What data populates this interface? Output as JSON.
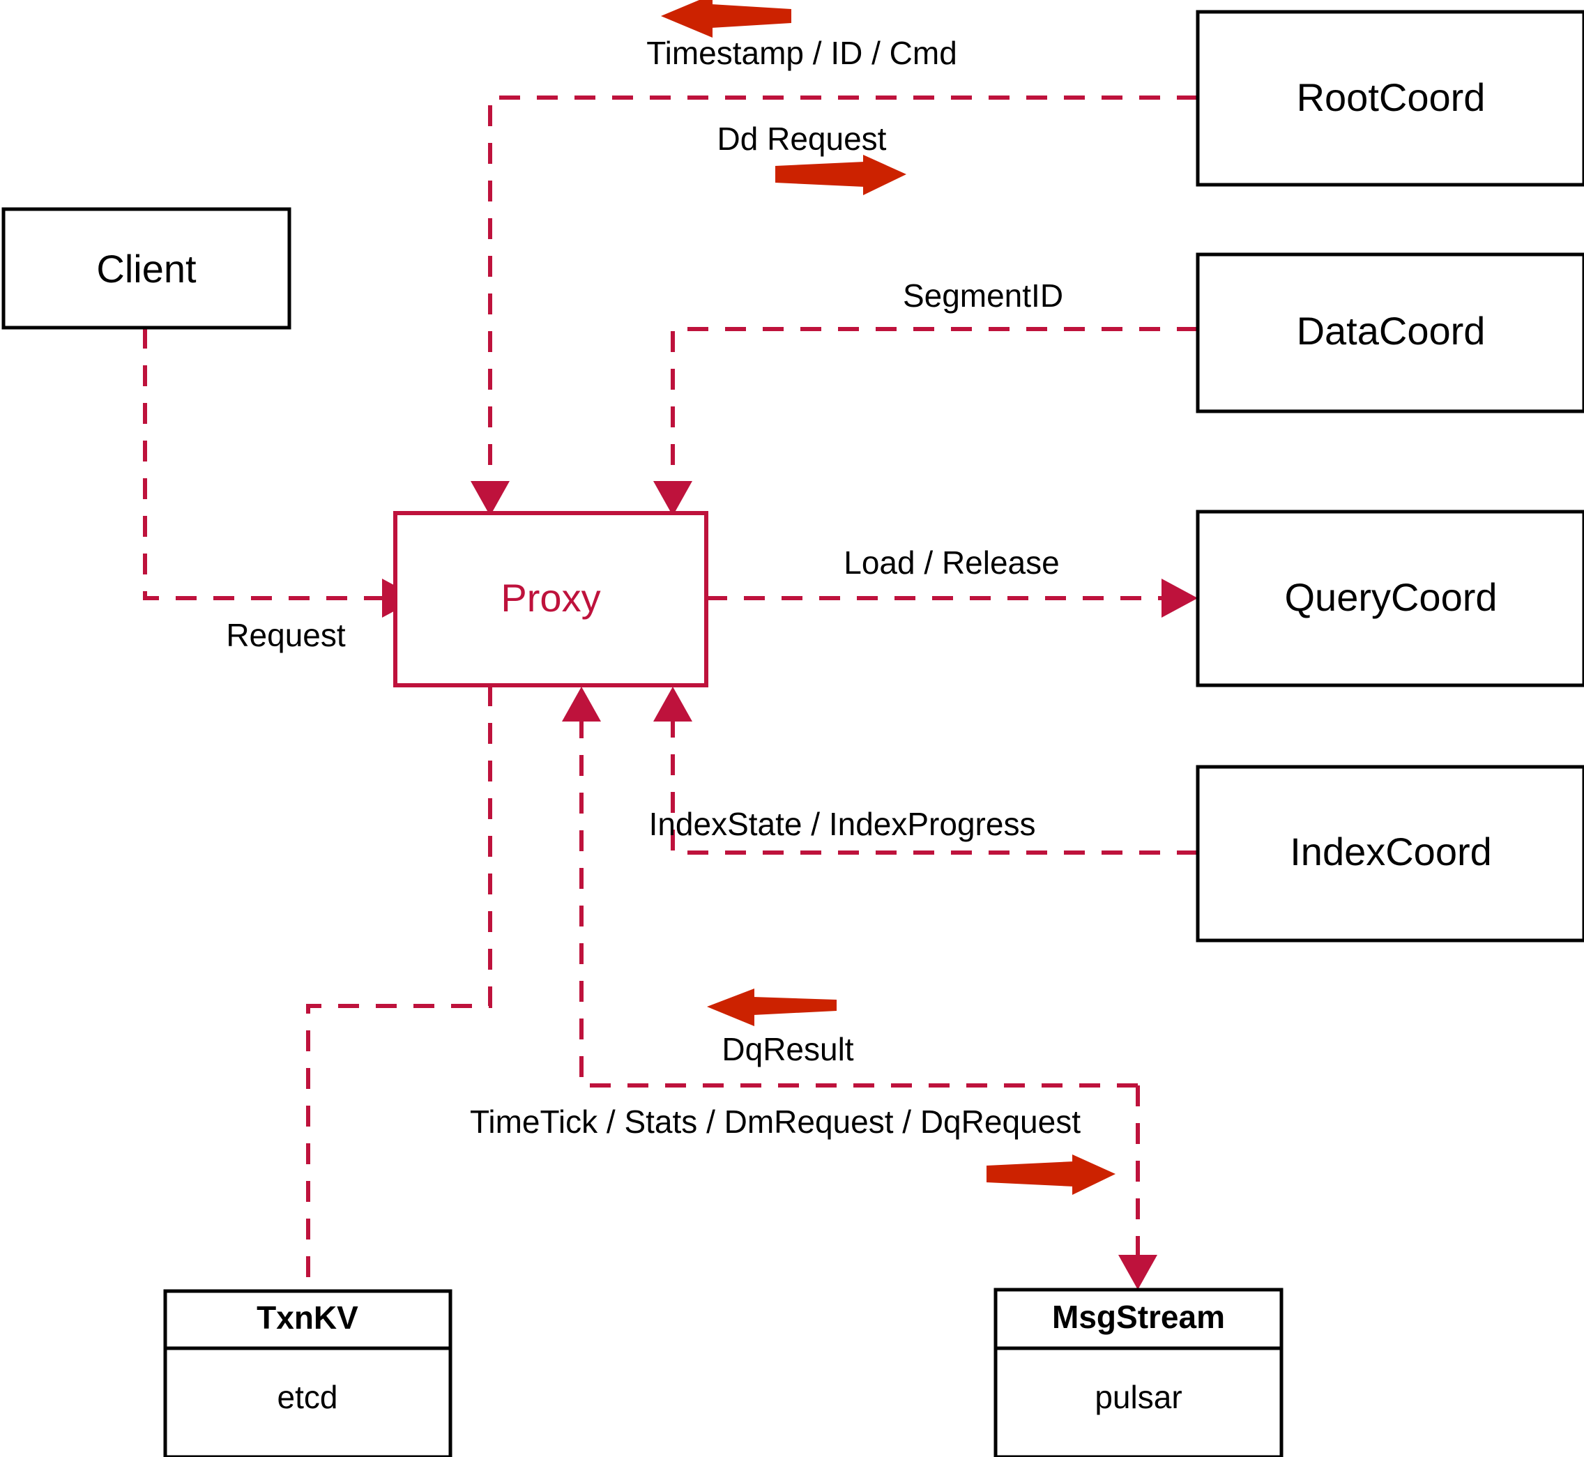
{
  "diagram": {
    "title": "Milvus Proxy Interaction Diagram",
    "colors": {
      "node_stroke": "#000000",
      "proxy_stroke": "#BE123C",
      "edge": "#BE123C",
      "flow_arrow": "#CC2200",
      "background": "#ffffff"
    }
  },
  "nodes": {
    "client": {
      "label": "Client"
    },
    "proxy": {
      "label": "Proxy"
    },
    "root_coord": {
      "label": "RootCoord"
    },
    "data_coord": {
      "label": "DataCoord"
    },
    "query_coord": {
      "label": "QueryCoord"
    },
    "index_coord": {
      "label": "IndexCoord"
    },
    "txn_kv": {
      "title": "TxnKV",
      "impl": "etcd"
    },
    "msg_stream": {
      "title": "MsgStream",
      "impl": "pulsar"
    }
  },
  "edges": {
    "client_to_proxy": {
      "label": "Request"
    },
    "proxy_to_rootcoord": {
      "label": "Dd Request"
    },
    "rootcoord_to_proxy": {
      "label": "Timestamp / ID / Cmd"
    },
    "datacoord_to_proxy": {
      "label": "SegmentID"
    },
    "proxy_to_querycoord": {
      "label": "Load / Release"
    },
    "indexcoord_to_proxy": {
      "label": "IndexState / IndexProgress"
    },
    "msgstream_to_proxy": {
      "label": "DqResult"
    },
    "proxy_to_msgstream": {
      "label": "TimeTick / Stats / DmRequest / DqRequest"
    }
  }
}
